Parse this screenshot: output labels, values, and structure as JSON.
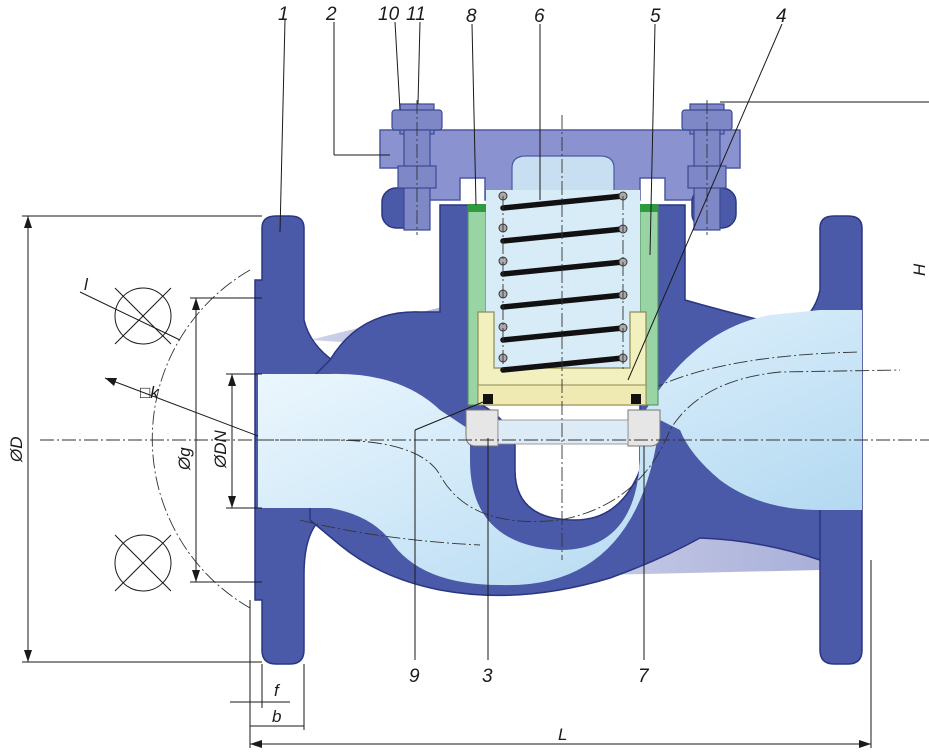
{
  "part_numbers": {
    "n1": "1",
    "n2": "2",
    "n3": "3",
    "n4": "4",
    "n5": "5",
    "n6": "6",
    "n7": "7",
    "n8": "8",
    "n9": "9",
    "n10": "10",
    "n11": "11"
  },
  "dimensions": {
    "D": "ØD",
    "g": "Øg",
    "DN": "ØDN",
    "k": "□k",
    "l": "l",
    "f": "f",
    "b": "b",
    "L": "L",
    "H": "H"
  },
  "colors": {
    "body": "#4a5aa8",
    "bonnet": "#8a93cf",
    "flow": "#cfe8f8",
    "lining": "#98d4a4",
    "disc": "#f3f0bf",
    "spring": "#111111"
  }
}
